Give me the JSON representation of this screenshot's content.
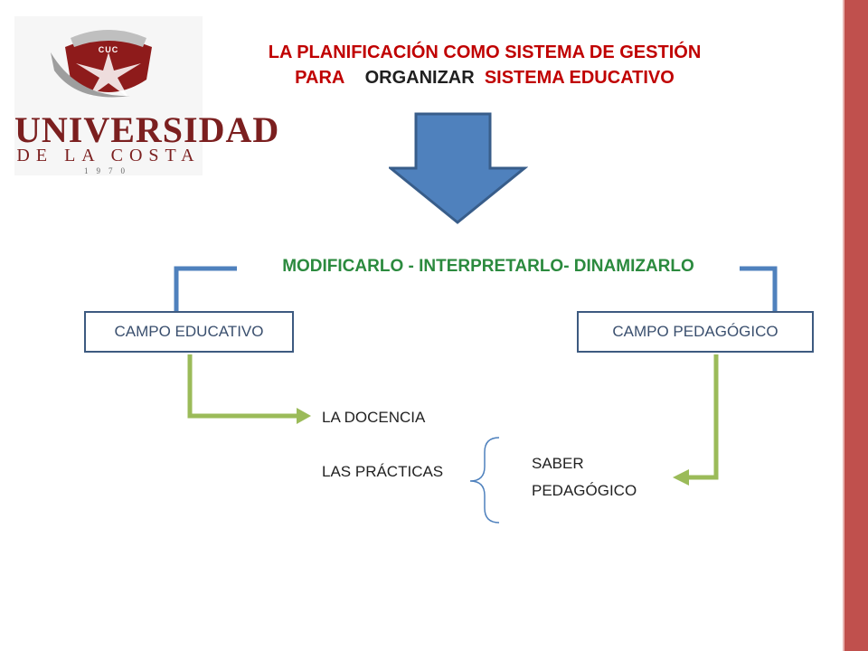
{
  "logo": {
    "badge_text": "CUC",
    "line1": "UNIVERSIDAD",
    "line2": "DE LA COSTA",
    "year": "1970"
  },
  "title": {
    "line1": "LA PLANIFICACIÓN COMO SISTEMA  DE GESTIÓN",
    "line2_a": "PARA",
    "line2_b": "ORGANIZAR",
    "line2_c": "SISTEMA EDUCATIVO"
  },
  "subtitle": "MODIFICARLO - INTERPRETARLO- DINAMIZARLO",
  "boxes": {
    "left": "CAMPO EDUCATIVO",
    "right": "CAMPO PEDAGÓGICO"
  },
  "items": {
    "docencia": "LA DOCENCIA",
    "practicas": "LAS PRÁCTICAS",
    "saber_line1": "SABER",
    "saber_line2": "PEDAGÓGICO"
  },
  "colors": {
    "title_red": "#c00000",
    "subtitle_green": "#2b8a3e",
    "arrow_blue": "#4f81bd",
    "arrow_outline": "#385d8a",
    "box_border": "#3d5a80",
    "connector_green": "#9bbb59",
    "right_bar": "#c0504d"
  }
}
